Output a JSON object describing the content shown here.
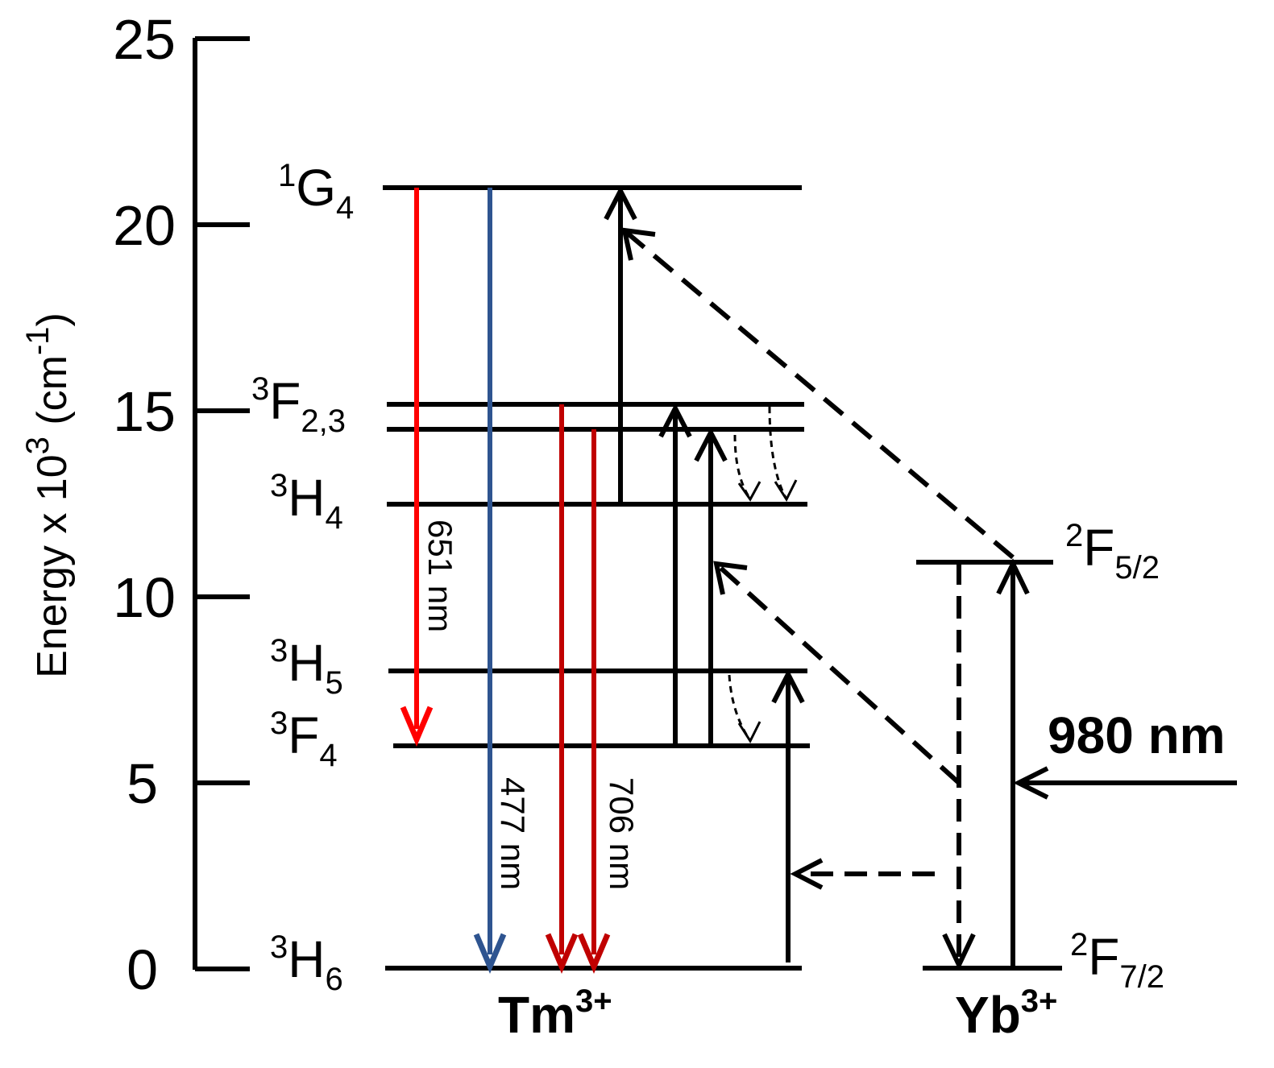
{
  "axis": {
    "title": "Energy x 10",
    "title_exp": "3",
    "title_unit_open": " (cm",
    "title_unit_exp": "-1",
    "title_unit_close": ")",
    "ticks": [
      "0",
      "5",
      "10",
      "15",
      "20",
      "25"
    ],
    "tick_values": [
      0,
      5,
      10,
      15,
      20,
      25
    ]
  },
  "ions": {
    "tm": {
      "name": "Tm",
      "charge": "3+"
    },
    "yb": {
      "name": "Yb",
      "charge": "3+"
    }
  },
  "levels": {
    "tm": [
      {
        "key": "3H6",
        "sup": "3",
        "term": "H",
        "sub": "6",
        "energy": 0
      },
      {
        "key": "3F4",
        "sup": "3",
        "term": "F",
        "sub": "4",
        "energy": 6.0
      },
      {
        "key": "3H5",
        "sup": "3",
        "term": "H",
        "sub": "5",
        "energy": 8.0
      },
      {
        "key": "3H4",
        "sup": "3",
        "term": "H",
        "sub": "4",
        "energy": 12.5
      },
      {
        "key": "3F23",
        "sup": "3",
        "term": "F",
        "sub": "2,3",
        "energy": 14.6,
        "energy_upper": 15.2
      },
      {
        "key": "1G4",
        "sup": "1",
        "term": "G",
        "sub": "4",
        "energy": 21.0
      }
    ],
    "yb": [
      {
        "key": "2F72",
        "sup": "2",
        "term": "F",
        "sub": "7/2",
        "energy": 0
      },
      {
        "key": "2F52",
        "sup": "2",
        "term": "F",
        "sub": "5/2",
        "energy": 10.9
      }
    ]
  },
  "emissions": [
    {
      "wavelength": "651 nm",
      "from": 21.0,
      "to": 6.0,
      "color": "#ff0000"
    },
    {
      "wavelength": "477 nm",
      "from": 21.0,
      "to": 0,
      "color": "#2e5490"
    },
    {
      "wavelength": "706 nm",
      "from": 14.6,
      "to": 0,
      "color": "#c00000"
    }
  ],
  "pump": {
    "label": "980 nm"
  },
  "colors": {
    "line": "#000000",
    "red": "#ff0000",
    "blue": "#2e5490",
    "darkred": "#c00000"
  }
}
